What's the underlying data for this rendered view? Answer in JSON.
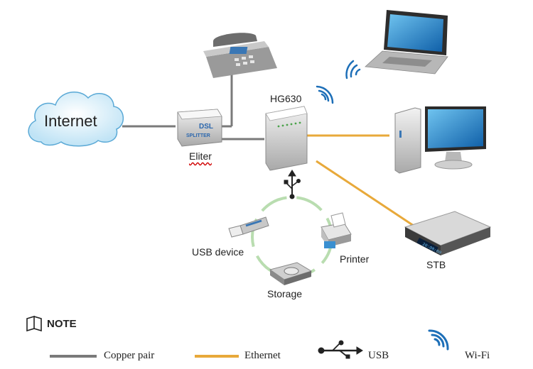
{
  "nodes": {
    "internet": "Internet",
    "filter": "Eliter",
    "filter_device_text": [
      "DSL",
      "SPLITTER"
    ],
    "router": "HG630",
    "usb_device": "USB device",
    "printer": "Printer",
    "storage": "Storage",
    "stb": "STB",
    "stb_display": "20:00:00"
  },
  "note": {
    "title": "NOTE"
  },
  "legend": {
    "copper": "Copper pair",
    "ethernet": "Ethernet",
    "usb": "USB",
    "wifi": "Wi-Fi"
  },
  "colors": {
    "copper": "#7a7a7a",
    "ethernet": "#e8a93a",
    "wifi": "#1d6fb8",
    "usb_ring": "#b9ddb0"
  }
}
